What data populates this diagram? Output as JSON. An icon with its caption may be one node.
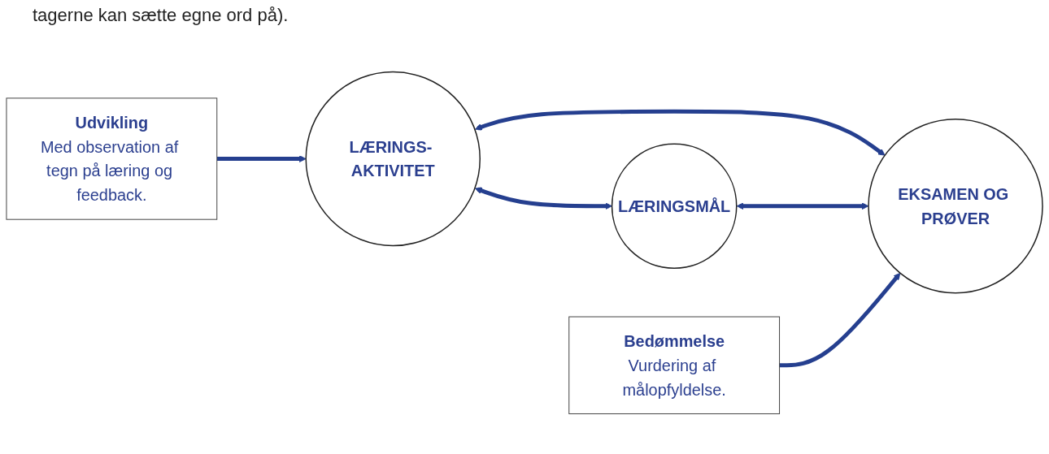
{
  "diagram": {
    "nodes": [
      {
        "text": [
          "LÆRINGS- AKTIVITET"
        ]
      },
      {
        "text": [
          "Udvikling",
          "Med observation af tegn på læring og feedback."
        ]
      },
      {
        "text": [
          "LÆRINGSMÅL"
        ]
      },
      {
        "text": [
          "EKSAMEN OG PRØVER"
        ]
      },
      {
        "text": [
          "Bedømmelse",
          "Vurdering af målopfyldelse."
        ]
      }
    ],
    "edges": [
      {
        "from": 1,
        "to": 0,
        "arrow": "to"
      },
      {
        "from": 0,
        "to": 2,
        "arrow": "both"
      },
      {
        "from": 0,
        "to": 3,
        "arrow": "both"
      },
      {
        "from": 2,
        "to": 3,
        "arrow": "both"
      },
      {
        "from": 4,
        "to": 3,
        "arrow": "to"
      }
    ],
    "labels": [
      "tagerne kan sætte egne ord på)."
    ]
  }
}
